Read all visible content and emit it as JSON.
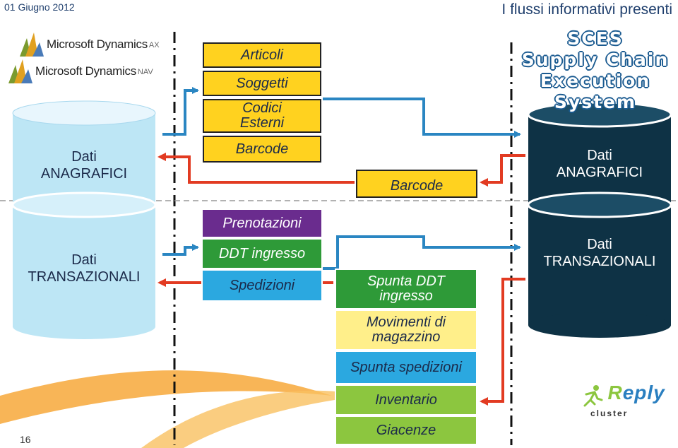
{
  "header": {
    "date": "01  Giugno 2012",
    "title": "I flussi informativi presenti"
  },
  "page_number": "16",
  "logos": {
    "ms_ax": {
      "text": "Microsoft Dynamics",
      "edition": "AX"
    },
    "ms_nav": {
      "text": "Microsoft Dynamics",
      "edition": "NAV"
    },
    "sces": [
      "SCES",
      "Supply Chain",
      "Execution System"
    ],
    "reply": {
      "word_a": "R",
      "word_b": "eply",
      "sub": "cluster"
    }
  },
  "left_db": {
    "top_label": [
      "Dati",
      "ANAGRAFICI"
    ],
    "bottom_label": [
      "Dati",
      "TRANSAZIONALI"
    ]
  },
  "right_db": {
    "top_label": [
      "Dati",
      "ANAGRAFICI"
    ],
    "bottom_label": [
      "Dati",
      "TRANSAZIONALI"
    ]
  },
  "center_boxes": {
    "articoli": "Articoli",
    "soggetti": "Soggetti",
    "codici_esterni": [
      "Codici",
      "Esterni"
    ],
    "barcode_left": "Barcode",
    "prenotazioni": "Prenotazioni",
    "ddt_ingresso": "DDT ingresso",
    "spedizioni": "Spedizioni"
  },
  "right_boxes": {
    "barcode": "Barcode",
    "spunta_ddt": [
      "Spunta DDT",
      "ingresso"
    ],
    "movimenti": [
      "Movimenti di",
      "magazzino"
    ],
    "spunta_spedizioni": "Spunta spedizioni",
    "inventario": "Inventario",
    "giacenze": "Giacenze"
  },
  "colors": {
    "arrow_blue": "#2a86c2",
    "arrow_red": "#e23b22",
    "navy": "#0e3245",
    "cyan": "#bde6f5",
    "accent": "#f7a83a"
  }
}
